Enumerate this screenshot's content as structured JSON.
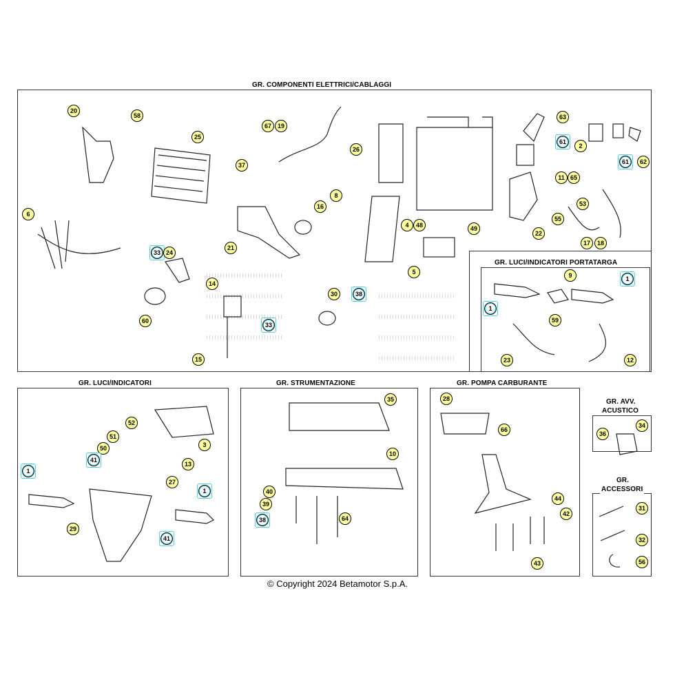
{
  "sections": {
    "electrical": "GR. COMPONENTI ELETTRICI/CABLAGGI",
    "plate_lights": "GR. LUCI/INDICATORI PORTATARGA",
    "lights": "GR. LUCI/INDICATORI",
    "instruments": "GR. STRUMENTAZIONE",
    "fuel_pump": "GR. POMPA CARBURANTE",
    "horn_line1": "GR. AVV.",
    "horn_line2": "ACUSTICO",
    "accessories_line1": "GR.",
    "accessories_line2": "ACCESSORI"
  },
  "footer": {
    "copyright": "© Copyright 2024 Betamotor S.p.A."
  },
  "callouts": {
    "c20": "20",
    "c58": "58",
    "c25": "25",
    "c67": "67",
    "c19": "19",
    "c37": "37",
    "c6": "6",
    "c26": "26",
    "c8": "8",
    "c16": "16",
    "c21": "21",
    "c63": "63",
    "c2": "2",
    "c61a": "61",
    "c61b": "61",
    "c62": "62",
    "c11": "11",
    "c65": "65",
    "c53": "53",
    "c55": "55",
    "c22": "22",
    "c17": "17",
    "c18": "18",
    "c4": "4",
    "c48": "48",
    "c49": "49",
    "c5": "5",
    "c33a": "33",
    "c24": "24",
    "c60": "60",
    "c14": "14",
    "c33b": "33",
    "c15": "15",
    "c30": "30",
    "c38a": "38",
    "c9": "9",
    "c1a": "1",
    "c1b": "1",
    "c59": "59",
    "c23": "23",
    "c12": "12",
    "c52": "52",
    "c51": "51",
    "c50": "50",
    "c41a": "41",
    "c3": "3",
    "c13": "13",
    "c1c": "1",
    "c27": "27",
    "c1d": "1",
    "c29": "29",
    "c41b": "41",
    "c35": "35",
    "c10": "10",
    "c40": "40",
    "c39": "39",
    "c38b": "38",
    "c64": "64",
    "c28": "28",
    "c66": "66",
    "c44": "44",
    "c42": "42",
    "c43": "43",
    "c36": "36",
    "c34": "34",
    "c31": "31",
    "c32": "32",
    "c56": "56"
  }
}
